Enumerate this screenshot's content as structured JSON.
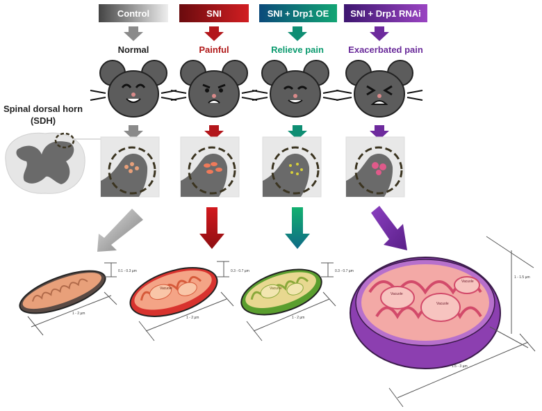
{
  "columns": [
    {
      "header": "Control",
      "condition": "Normal",
      "color": "#222222"
    },
    {
      "header": "SNI",
      "condition": "Painful",
      "color": "#b01818"
    },
    {
      "header": "SNI + Drp1 OE",
      "condition": "Relieve pain",
      "color": "#0a9a6e"
    },
    {
      "header": "SNI + Drp1 RNAi",
      "condition": "Exacerbated pain",
      "color": "#6a2b9a"
    }
  ],
  "sdh": {
    "label_line1": "Spinal dorsal horn",
    "label_line2": "(SDH)"
  },
  "mito": [
    {
      "width_label": "0.1 - 0.3 µm",
      "length_label": "1 - 2 µm",
      "vacuole": ""
    },
    {
      "width_label": "0.3 - 0.7 µm",
      "length_label": "1 - 2 µm",
      "vacuole": "Vacuole"
    },
    {
      "width_label": "0.3 - 0.7 µm",
      "length_label": "1 - 2 µm",
      "vacuole": "Vacuole"
    },
    {
      "width_label": "1 - 1.5 µm",
      "length_label": "1.5 - 3 µm",
      "vacuole": "Vacuole"
    }
  ],
  "colors": {
    "control": "#7a7a7a",
    "sni": "#b3161b",
    "oe": "#0e8e73",
    "rnai": "#6d2a9d",
    "mouse": "#5c5c5c",
    "dashed_circle": "#3b3420"
  }
}
